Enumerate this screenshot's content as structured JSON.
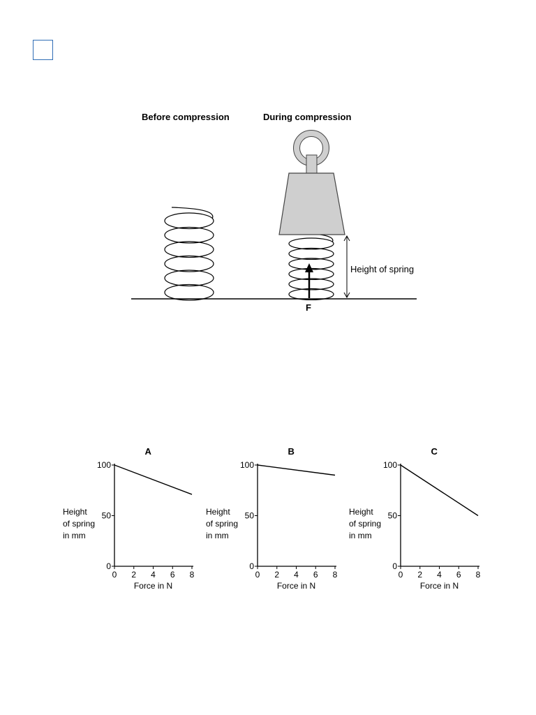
{
  "question_box": {
    "text": ""
  },
  "diagram": {
    "label_before": "Before compression",
    "label_during": "During compression",
    "label_height": "Height of spring",
    "label_force": "F"
  },
  "chart_data": [
    {
      "type": "line",
      "title": "A",
      "xlabel": "Force in N",
      "ylabel": [
        "Height",
        "of spring",
        "in mm"
      ],
      "x_ticks": [
        0,
        2,
        4,
        6,
        8
      ],
      "y_ticks": [
        0,
        50,
        100
      ],
      "xlim": [
        0,
        8
      ],
      "ylim": [
        0,
        100
      ],
      "series": [
        {
          "x": [
            0,
            8
          ],
          "y": [
            100,
            71
          ]
        }
      ]
    },
    {
      "type": "line",
      "title": "B",
      "xlabel": "Force in N",
      "ylabel": [
        "Height",
        "of spring",
        "in mm"
      ],
      "x_ticks": [
        0,
        2,
        4,
        6,
        8
      ],
      "y_ticks": [
        0,
        50,
        100
      ],
      "xlim": [
        0,
        8
      ],
      "ylim": [
        0,
        100
      ],
      "series": [
        {
          "x": [
            0,
            8
          ],
          "y": [
            100,
            90
          ]
        }
      ]
    },
    {
      "type": "line",
      "title": "C",
      "xlabel": "Force in N",
      "ylabel": [
        "Height",
        "of spring",
        "in mm"
      ],
      "x_ticks": [
        0,
        2,
        4,
        6,
        8
      ],
      "y_ticks": [
        0,
        50,
        100
      ],
      "xlim": [
        0,
        8
      ],
      "ylim": [
        0,
        100
      ],
      "series": [
        {
          "x": [
            0,
            8
          ],
          "y": [
            100,
            50
          ]
        }
      ]
    }
  ]
}
